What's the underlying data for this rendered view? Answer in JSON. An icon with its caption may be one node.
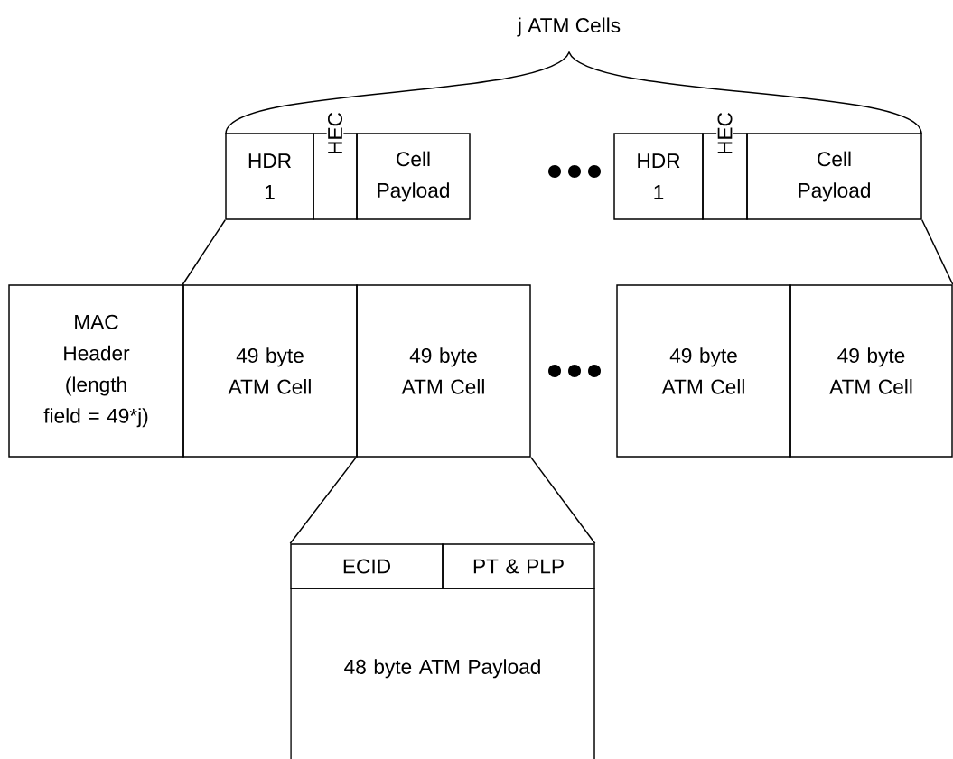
{
  "diagram": {
    "nodes": [
      {
        "text": [
          "HDR 1"
        ]
      },
      {
        "text": [
          "HEC"
        ]
      },
      {
        "text": [
          "Cell Payload"
        ]
      },
      {
        "text": [
          "HDR 1"
        ]
      },
      {
        "text": [
          "HEC"
        ]
      },
      {
        "text": [
          "Cell Payload"
        ]
      },
      {
        "text": [
          "MAC Header (length field = 49*j)"
        ]
      },
      {
        "text": [
          "49 byte ATM Cell"
        ]
      },
      {
        "text": [
          "49 byte ATM Cell"
        ]
      },
      {
        "text": [
          "49 byte ATM Cell"
        ]
      },
      {
        "text": [
          "49 byte ATM Cell"
        ]
      },
      {
        "text": [
          "ECID"
        ]
      },
      {
        "text": [
          "PT & PLP"
        ]
      },
      {
        "text": [
          "48 byte ATM Payload"
        ]
      }
    ],
    "edges": [
      {
        "from": 0,
        "to": 7,
        "arrow": "none"
      },
      {
        "from": 5,
        "to": 10,
        "arrow": "none"
      },
      {
        "from": 8,
        "to": 11,
        "arrow": "none"
      },
      {
        "from": 8,
        "to": 12,
        "arrow": "none"
      }
    ],
    "labels": [
      "j ATM Cells"
    ]
  }
}
